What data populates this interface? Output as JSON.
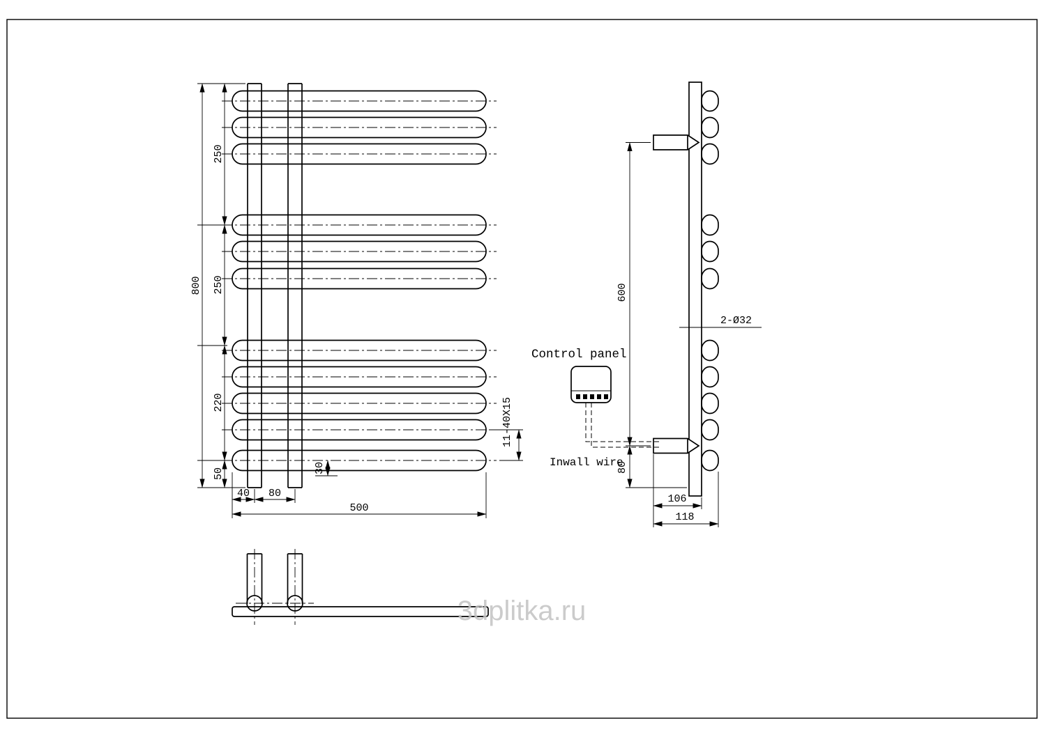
{
  "watermark": "3dplitka.ru",
  "front_view": {
    "dims": {
      "overall_height": "800",
      "segment_top": "250",
      "segment_mid": "250",
      "segment_lower": "220",
      "segment_bottom": "50",
      "riser_offset": "40",
      "riser_spacing": "80",
      "bar_drop": "30",
      "overall_width": "500",
      "bar_spec": "11-40X15"
    }
  },
  "side_view": {
    "dims": {
      "bracket_span": "600",
      "bottom_offset": "80",
      "hole_spec": "2-Ø32",
      "depth_inner": "106",
      "depth_overall": "118"
    },
    "labels": {
      "control_panel": "Control panel",
      "inwall_wire": "Inwall wire"
    }
  }
}
